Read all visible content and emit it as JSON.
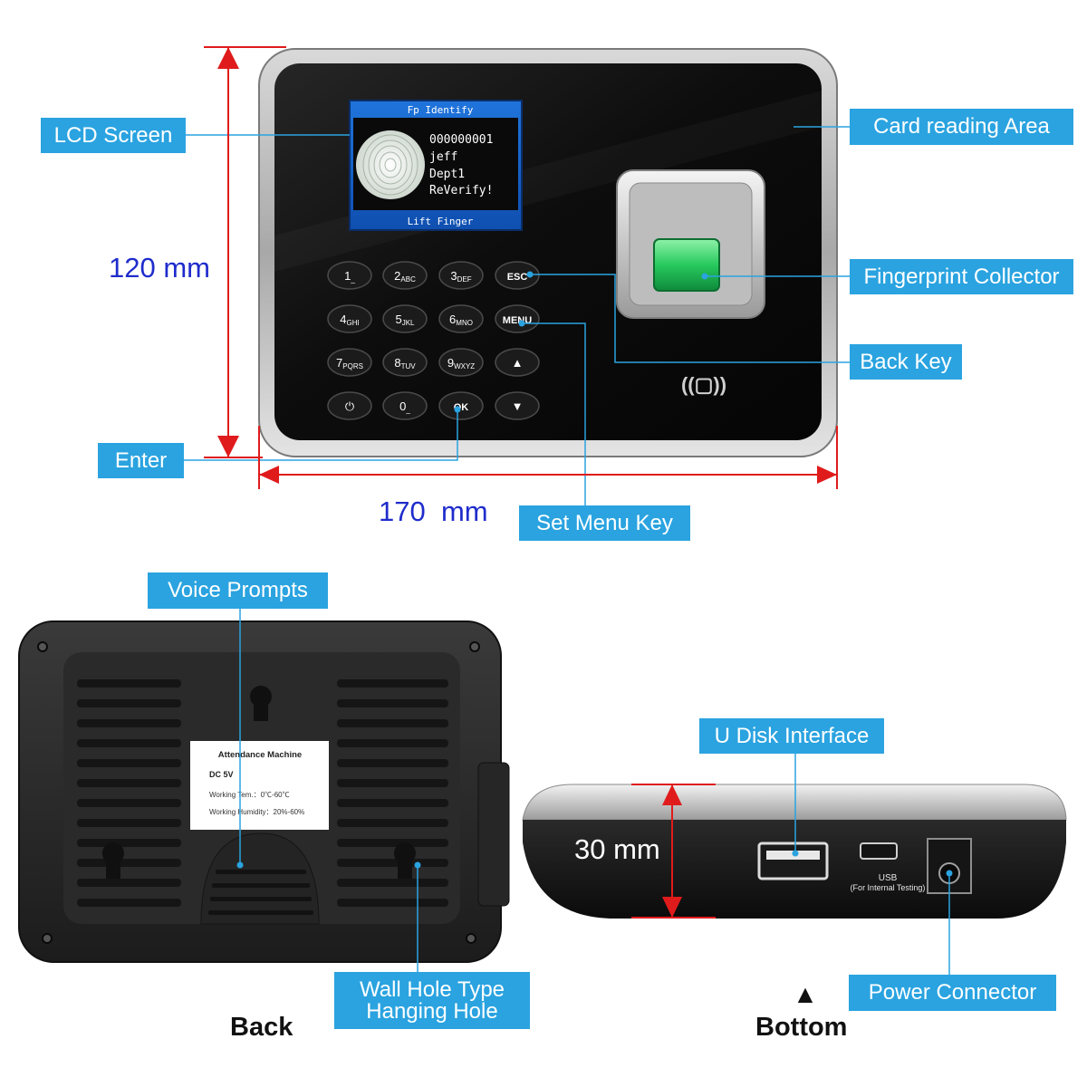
{
  "front": {
    "screen": {
      "header": "Fp Identify",
      "user_id": "000000001",
      "name": "jeff",
      "dept": "Dept1",
      "prompt": "ReVerify!",
      "footer": "Lift Finger"
    },
    "keys": [
      {
        "main": "1",
        "sub": "_"
      },
      {
        "main": "2",
        "sub": "ABC"
      },
      {
        "main": "3",
        "sub": "DEF"
      },
      {
        "main": "ESC",
        "sub": ""
      },
      {
        "main": "4",
        "sub": "GHI"
      },
      {
        "main": "5",
        "sub": "JKL"
      },
      {
        "main": "6",
        "sub": "MNO"
      },
      {
        "main": "MENU",
        "sub": ""
      },
      {
        "main": "7",
        "sub": "PQRS"
      },
      {
        "main": "8",
        "sub": "TUV"
      },
      {
        "main": "9",
        "sub": "WXYZ"
      },
      {
        "main": "▲",
        "sub": ""
      },
      {
        "main": "⏻",
        "sub": ""
      },
      {
        "main": "0",
        "sub": "_"
      },
      {
        "main": "OK",
        "sub": ""
      },
      {
        "main": "▼",
        "sub": ""
      }
    ],
    "rfid_symbol": "((▢))"
  },
  "dimensions": {
    "height": "120 mm",
    "width": "170  mm",
    "depth": "30 mm"
  },
  "callouts": {
    "lcd_screen": "LCD Screen",
    "card_reading_area": "Card reading Area",
    "fingerprint_collector": "Fingerprint Collector",
    "back_key": "Back Key",
    "enter": "Enter",
    "set_menu_key": "Set Menu Key",
    "voice_prompts": "Voice Prompts",
    "wall_hole_line1": "Wall Hole Type",
    "wall_hole_line2": "Hanging Hole",
    "u_disk_interface": "U Disk Interface",
    "power_connector": "Power Connector"
  },
  "back_label": {
    "title": "Attendance Machine",
    "voltage": "DC  5V",
    "temp": "Working Tem.：0℃-60℃",
    "humidity": "Working Humidity：20%-60%"
  },
  "bottom_port": {
    "usb_line1": "USB",
    "usb_line2": "(For Internal Testing)"
  },
  "views": {
    "back": "Back",
    "bottom": "Bottom",
    "marker": "▲"
  },
  "colors": {
    "callout_bg": "#2aa3e0",
    "dimension_red": "#e01b1b",
    "dimension_text": "#1f2ccc",
    "screen_blue": "#1b6fd6",
    "fingerprint_green": "#31d36b"
  }
}
